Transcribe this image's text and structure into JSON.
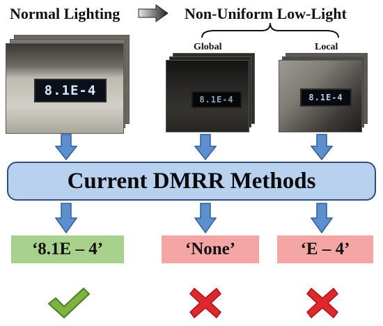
{
  "header": {
    "normal_label": "Normal Lighting",
    "lowlight_label": "Non-Uniform Low-Light",
    "global_label": "Global",
    "local_label": "Local"
  },
  "images": {
    "normal_display": "8.1E-4",
    "global_display": "8.1E-4",
    "local_display": "8.1E-4"
  },
  "methods_label": "Current DMRR Methods",
  "results": {
    "normal": "‘8.1E – 4’",
    "global": "‘None’",
    "local": "‘E – 4’"
  },
  "icons": {
    "normal": "check-icon",
    "global": "cross-icon",
    "local": "cross-icon"
  },
  "colors": {
    "result_correct": "#a8d18d",
    "result_wrong": "#f4a6a4",
    "arrow_fill": "#5b8fd0",
    "check": "#7cb342",
    "cross": "#e0272b",
    "methods_fill": "#b7d1ee"
  }
}
